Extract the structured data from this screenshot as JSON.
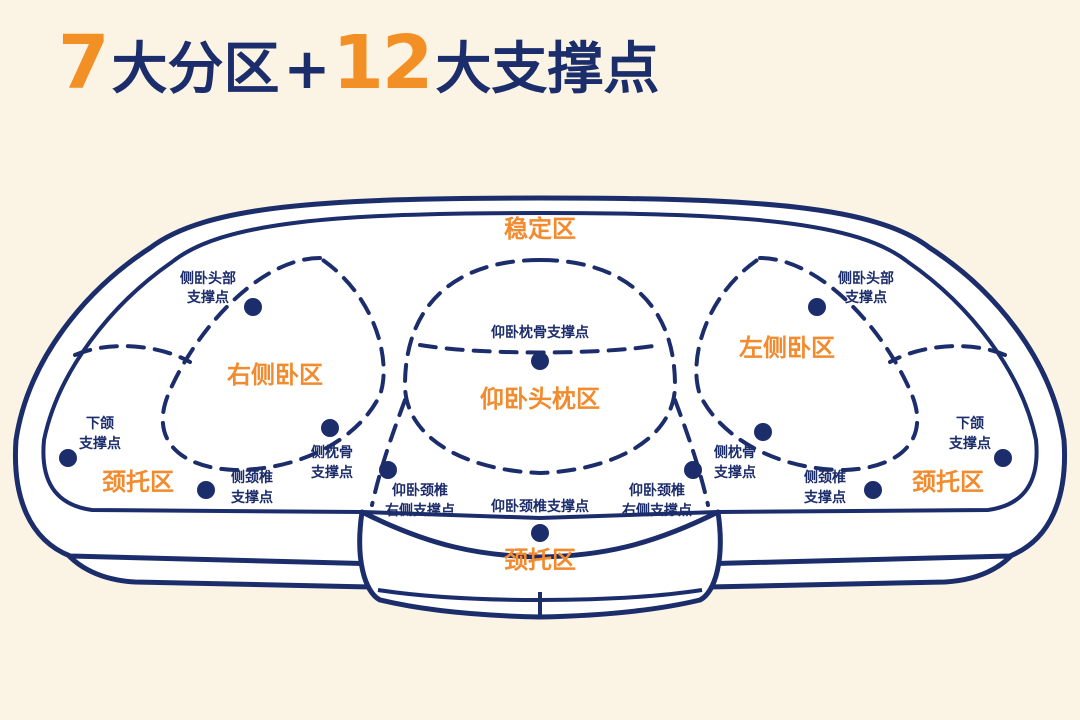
{
  "title": {
    "num1": "7",
    "text1": "大分区",
    "plus": "+",
    "num2": "12",
    "text2": "大支撑点"
  },
  "zones": {
    "stable": "稳定区",
    "right_side": "右侧卧区",
    "left_side": "左侧卧区",
    "supine_head": "仰卧头枕区",
    "neck_left": "颈托区",
    "neck_right": "颈托区",
    "neck_center": "颈托区"
  },
  "points": {
    "side_head_l": [
      "侧卧头部",
      "支撑点"
    ],
    "side_head_r": [
      "侧卧头部",
      "支撑点"
    ],
    "jaw_l": [
      "下颌",
      "支撑点"
    ],
    "jaw_r": [
      "下颌",
      "支撑点"
    ],
    "side_occ_l": [
      "侧枕骨",
      "支撑点"
    ],
    "side_occ_r": [
      "侧枕骨",
      "支撑点"
    ],
    "side_neck_l": [
      "侧颈椎",
      "支撑点"
    ],
    "side_neck_r": [
      "侧颈椎",
      "支撑点"
    ],
    "supine_occ": [
      "仰卧枕骨支撑点"
    ],
    "supine_neck_l": [
      "仰卧颈椎",
      "右侧支撑点"
    ],
    "supine_neck_r": [
      "仰卧颈椎",
      "右侧支撑点"
    ],
    "supine_neck": [
      "仰卧颈椎支撑点"
    ]
  },
  "colors": {
    "background": "#fbf4e4",
    "navy": "#1c2d6b",
    "orange": "#f39025",
    "zone_label": "#f28a2e"
  }
}
